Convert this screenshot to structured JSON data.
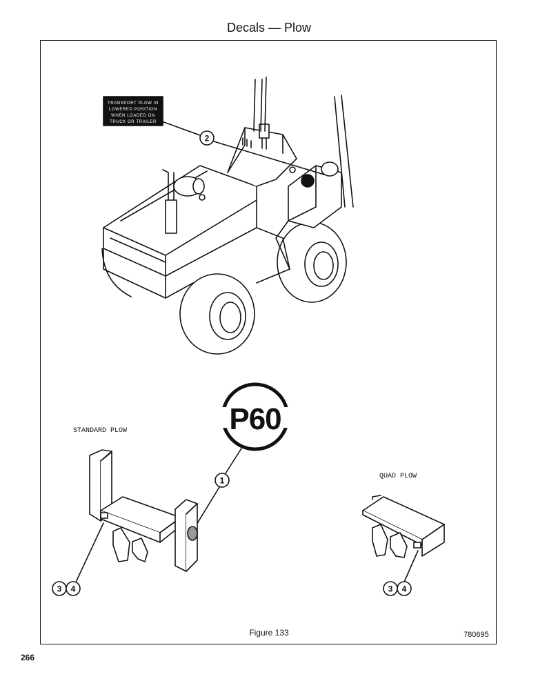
{
  "header": {
    "title": "Decals — Plow"
  },
  "decal_warning": {
    "lines": [
      "TRANSPORT PLOW IN",
      "LOWERED POSITION",
      "WHEN LOADED ON",
      "TRUCK OR TRAILER"
    ]
  },
  "model_logo": {
    "text": "P60"
  },
  "callouts": {
    "c1": "1",
    "c2": "2",
    "c3_std": "3",
    "c4_std": "4",
    "c3_quad": "3",
    "c4_quad": "4"
  },
  "labels": {
    "standard_plow": "STANDARD PLOW",
    "quad_plow": "QUAD PLOW"
  },
  "figure": {
    "caption": "Figure 133",
    "number": "780695"
  },
  "footer": {
    "page_number": "266"
  }
}
